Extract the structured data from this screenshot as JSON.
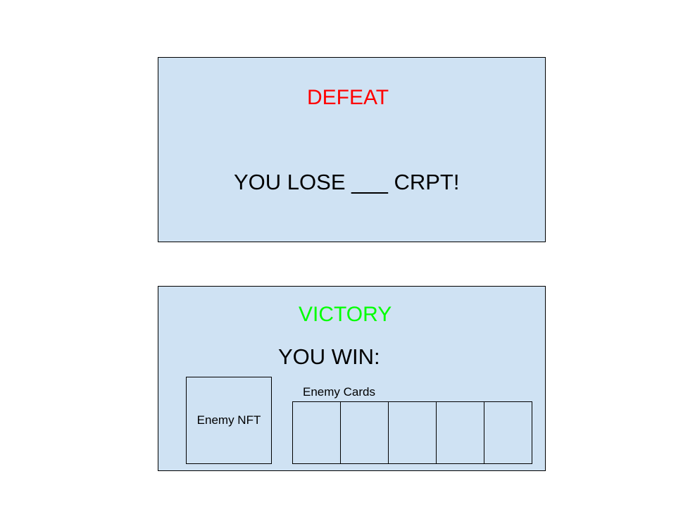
{
  "defeat": {
    "title": "DEFEAT",
    "title_color": "#ff0000",
    "message": "YOU LOSE ___ CRPT!"
  },
  "victory": {
    "title": "VICTORY",
    "title_color": "#00ff00",
    "message": "YOU WIN:",
    "enemy_nft_label": "Enemy NFT",
    "enemy_cards_label": "Enemy Cards",
    "enemy_card_slot_count": 5
  },
  "colors": {
    "panel_background": "#cfe2f3",
    "border": "#000000"
  }
}
